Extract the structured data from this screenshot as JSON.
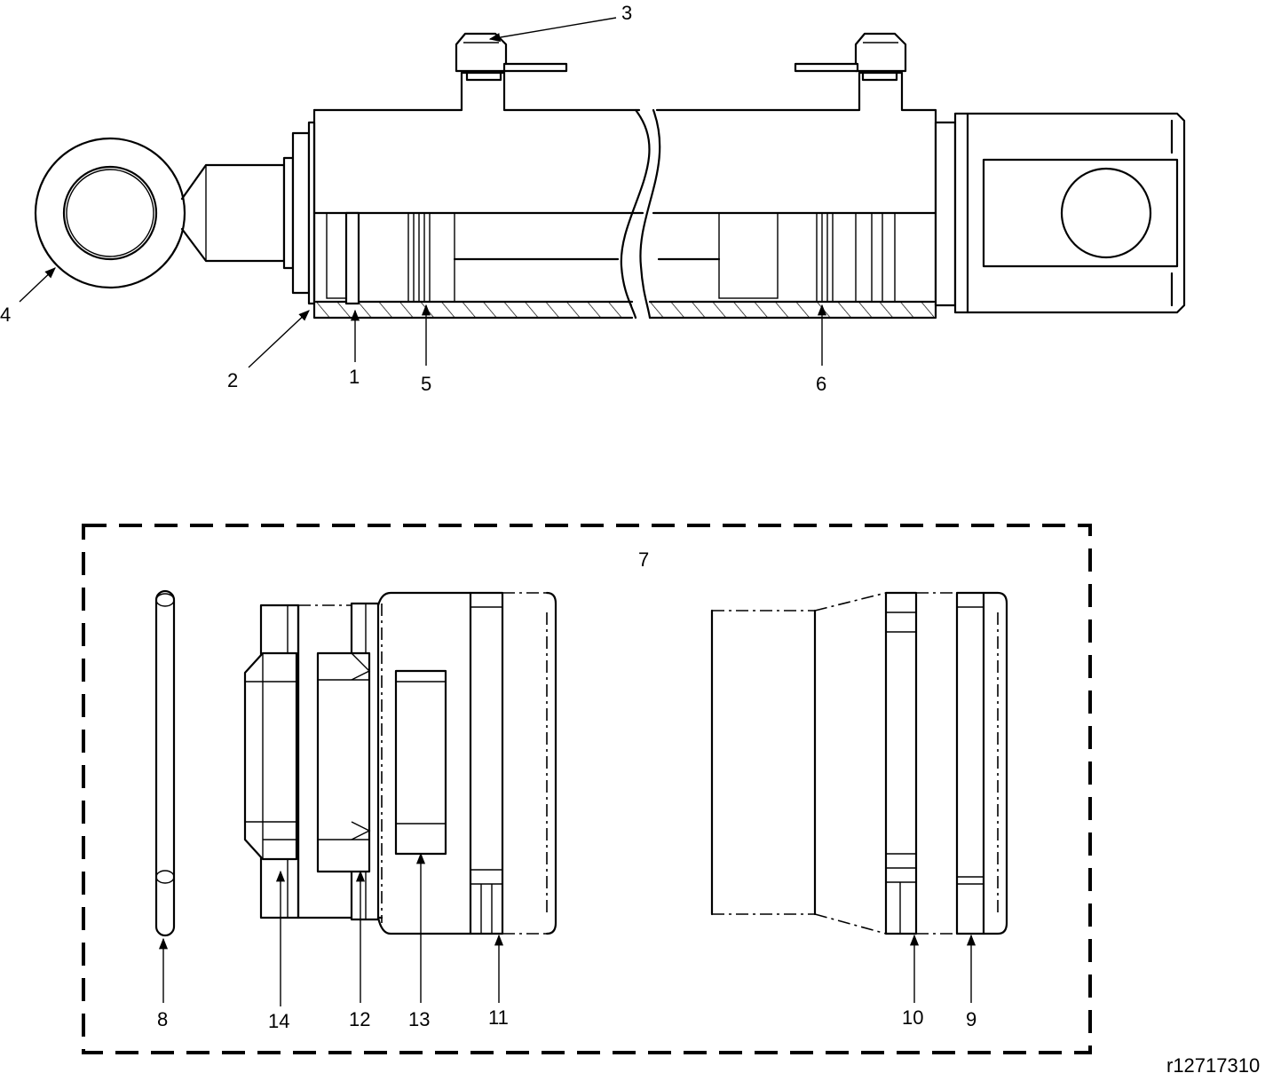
{
  "drawing_ref": "r12717310",
  "callouts": {
    "c1": "1",
    "c2": "2",
    "c3": "3",
    "c4": "4",
    "c5": "5",
    "c6": "6",
    "c7": "7",
    "c8": "8",
    "c9": "9",
    "c10": "10",
    "c11": "11",
    "c12": "12",
    "c13": "13",
    "c14": "14"
  }
}
